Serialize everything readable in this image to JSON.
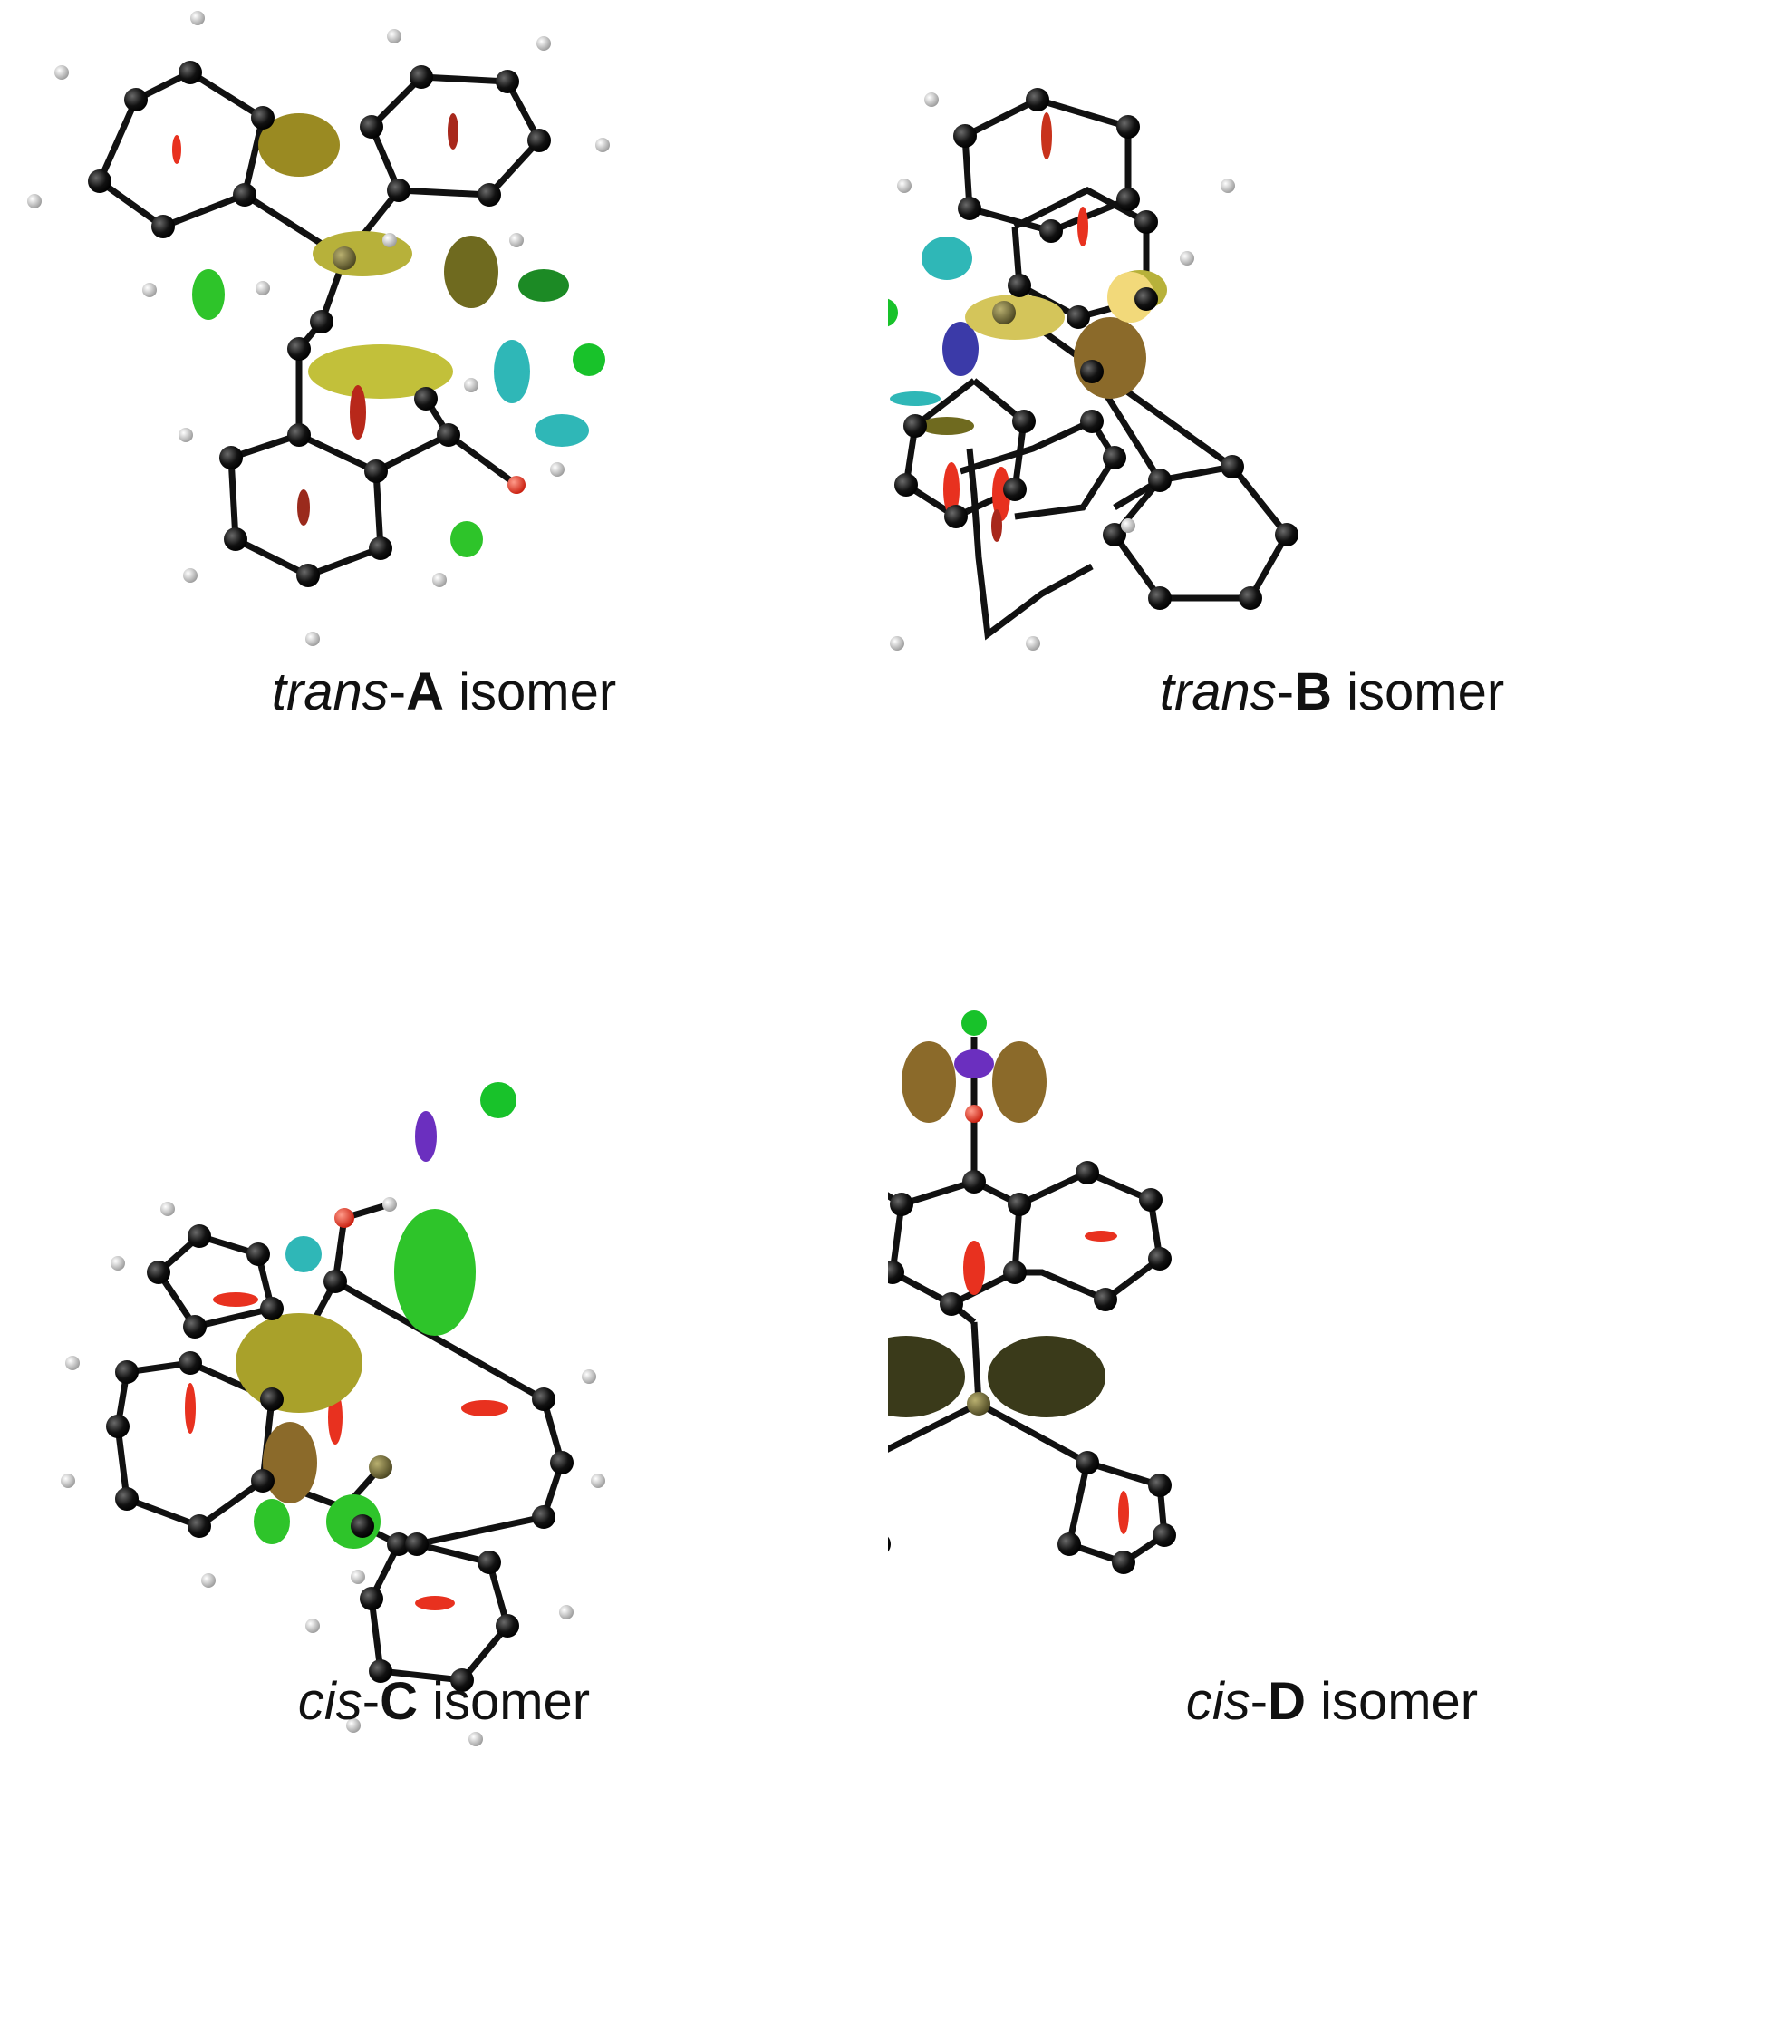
{
  "panels": [
    {
      "prefix": "trans",
      "sep": "-",
      "letter": "A",
      "suffix": " isomer"
    },
    {
      "prefix": "trans",
      "sep": "-",
      "letter": "B",
      "suffix": " isomer"
    },
    {
      "prefix": "cis",
      "sep": "-",
      "letter": "C",
      "suffix": " isomer"
    },
    {
      "prefix": "cis",
      "sep": "-",
      "letter": "D",
      "suffix": " isomer"
    }
  ],
  "colors": {
    "carbon": "#0b0b0b",
    "hydrogen": "#e8e8e8",
    "oxygen": "#e8311f",
    "heteroatom": "#6b6432",
    "chlorine": "#18c22a",
    "bond": "#111111",
    "isosurface_red": "#c8321c",
    "isosurface_green": "#2ec42a",
    "isosurface_olive": "#9a8a22",
    "isosurface_blue": "#3b3aa8",
    "isosurface_cyan": "#2fb7b7"
  }
}
